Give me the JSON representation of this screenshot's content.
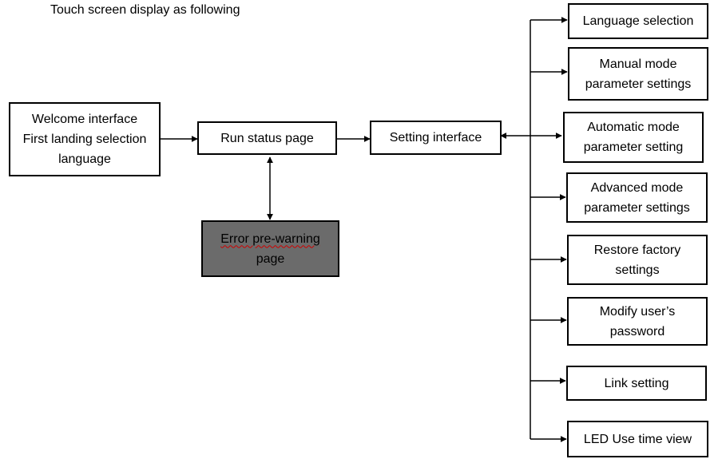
{
  "title": "Touch screen display as following",
  "nodes": {
    "welcome": [
      "Welcome interface",
      "First landing selection",
      "language"
    ],
    "run_status": [
      "Run status page"
    ],
    "error": [
      "Error pre-warning",
      "page"
    ],
    "setting": [
      "Setting interface"
    ],
    "options": [
      [
        "Language selection"
      ],
      [
        "Manual mode",
        "parameter settings"
      ],
      [
        "Automatic mode",
        "parameter setting"
      ],
      [
        "Advanced mode",
        "parameter settings"
      ],
      [
        "Restore factory",
        "settings"
      ],
      [
        "Modify user’s",
        "password"
      ],
      [
        "Link setting"
      ],
      [
        "LED Use time view"
      ]
    ]
  },
  "colors": {
    "line": "#000000",
    "error_fill": "#6b6b6b",
    "spell_underline": "#d00000"
  }
}
